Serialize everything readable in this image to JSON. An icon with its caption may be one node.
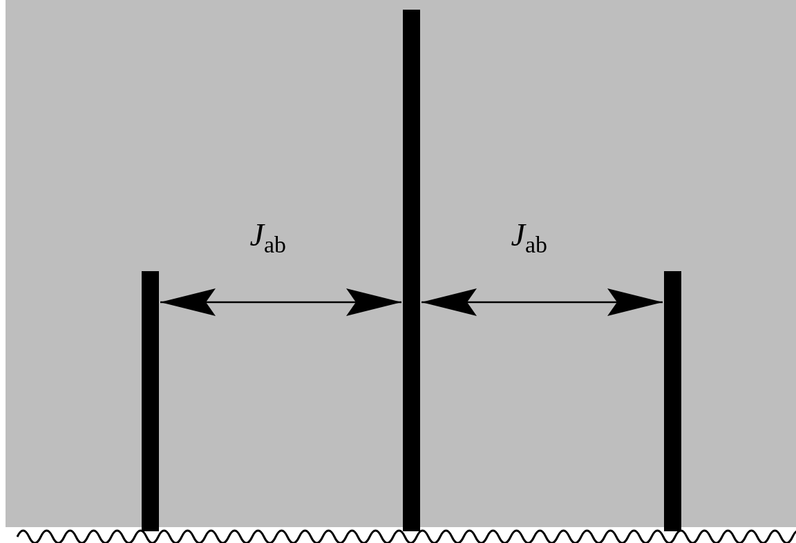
{
  "diagram": {
    "nodes": [
      {
        "text": [],
        "shape": "bar"
      },
      {
        "text": [],
        "shape": "bar"
      },
      {
        "text": [],
        "shape": "bar"
      }
    ],
    "edges": [
      {
        "from": 0,
        "to": 1,
        "arrow": "both",
        "label": "*J*$_{ab}$"
      },
      {
        "from": 1,
        "to": 2,
        "arrow": "both",
        "label": "*J*$_{ab}$"
      }
    ]
  }
}
